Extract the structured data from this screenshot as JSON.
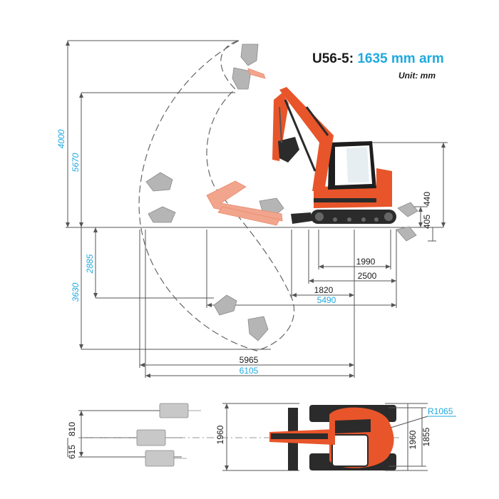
{
  "header": {
    "model": "U56-5:",
    "arm": "1635 mm arm",
    "unit": "Unit: mm"
  },
  "colors": {
    "machine_orange": "#e8552a",
    "ghost_orange": "#f2a58d",
    "dimension_blue": "#1fa9e1",
    "dimension_line": "#555555",
    "track_dark": "#2b2b2b",
    "bucket_grey": "#b5b5b5"
  },
  "side_view": {
    "dim_4000": "4000",
    "dim_5670": "5670",
    "dim_2885": "2885",
    "dim_3630": "3630",
    "dim_405": "405",
    "dim_440": "440",
    "dim_1990": "1990",
    "dim_2500": "2500",
    "dim_1820": "1820",
    "dim_5490": "5490",
    "dim_5965": "5965",
    "dim_6105": "6105"
  },
  "top_view": {
    "dim_615": "615",
    "dim_810": "810",
    "dim_1960_left": "1960",
    "dim_r1065": "R1065",
    "dim_1960_right": "1960",
    "dim_1855": "1855"
  }
}
